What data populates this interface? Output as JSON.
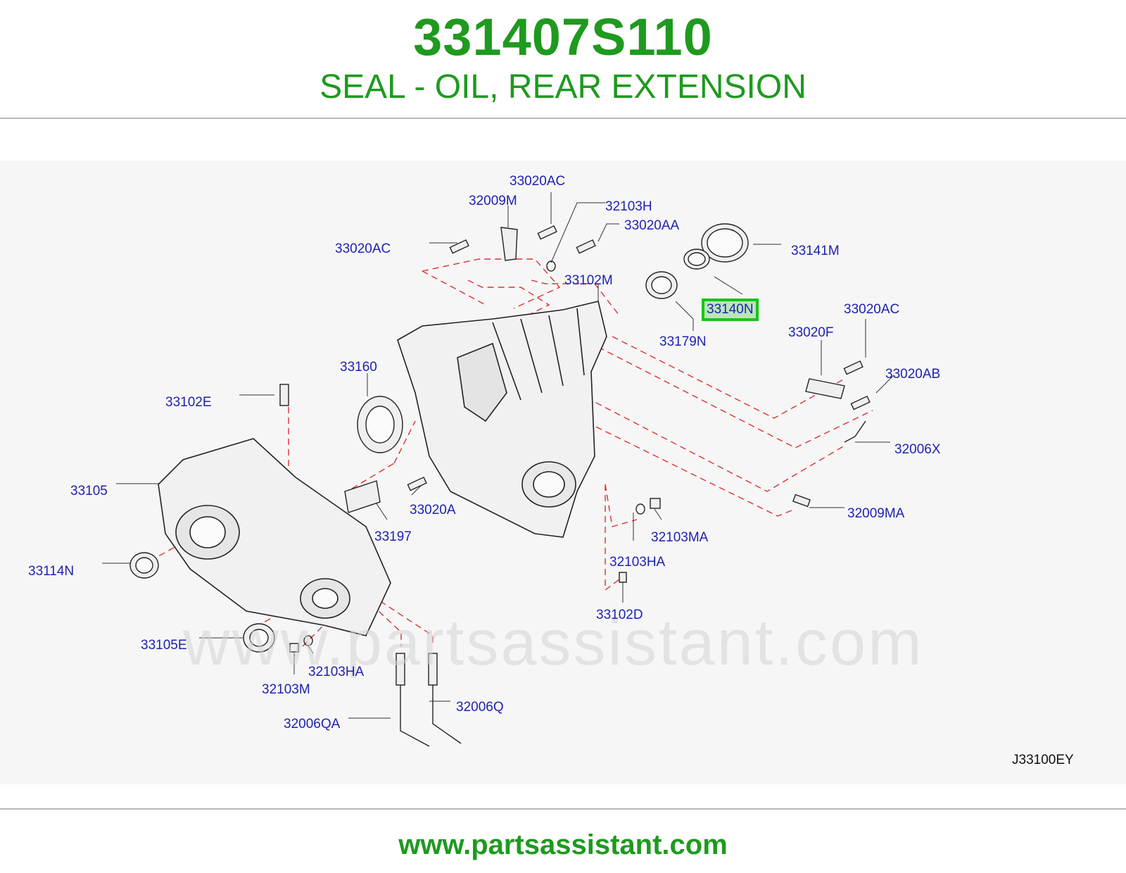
{
  "header": {
    "part_number": "331407S110",
    "description": "SEAL - OIL, REAR EXTENSION"
  },
  "diagram": {
    "code": "J33100EY",
    "watermark": "www.partsassistant.com",
    "highlighted_part": "33140N",
    "highlight_color": "#19c419",
    "label_color": "#1f22b0",
    "labels": {
      "33020AC_top": "33020AC",
      "32009M": "32009M",
      "32103H": "32103H",
      "33020AA": "33020AA",
      "33020AC_left": "33020AC",
      "33141M": "33141M",
      "33102M": "33102M",
      "33140N": "33140N",
      "33179N": "33179N",
      "33020AC_right": "33020AC",
      "33020F": "33020F",
      "33020AB": "33020AB",
      "33160": "33160",
      "33102E": "33102E",
      "32006X": "32006X",
      "33105": "33105",
      "33020A": "33020A",
      "32009MA": "32009MA",
      "33197": "33197",
      "32103MA": "32103MA",
      "33114N": "33114N",
      "32103HA_right": "32103HA",
      "33102D": "33102D",
      "33105E": "33105E",
      "32103HA_left": "32103HA",
      "32103M": "32103M",
      "32006Q": "32006Q",
      "32006QA": "32006QA"
    }
  },
  "footer": {
    "url": "www.partsassistant.com"
  },
  "colors": {
    "brand_green": "#1e9a1e",
    "dashed_line": "#e03030"
  }
}
